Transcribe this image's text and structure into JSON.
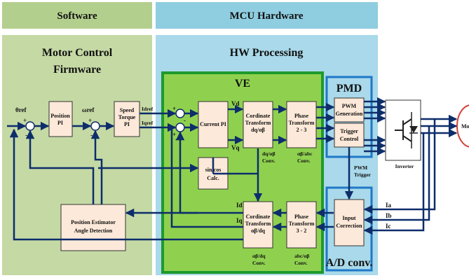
{
  "banners": {
    "software": "Software",
    "mcu_hardware": "MCU Hardware"
  },
  "regions": {
    "firmware_title_1": "Motor Control",
    "firmware_title_2": "Firmware",
    "hw_processing": "HW Processing"
  },
  "blocks": {
    "ve": "VE",
    "pmd": "PMD",
    "ad_conv": "A/D conv.",
    "position_pi_1": "Position",
    "position_pi_2": "PI",
    "speed_torque_pi_1": "Speed",
    "speed_torque_pi_2": "Torque",
    "speed_torque_pi_3": "PI",
    "current_pi": "Current PI",
    "coord_transform_1": "Cordinate",
    "coord_transform_2": "Transform",
    "dq_ab": "dq/αβ",
    "ab_dq": "αβ/dq",
    "phase_transform_1": "Phase",
    "phase_transform_2": "Transform",
    "phase_2_3": "2 - 3",
    "phase_3_2": "3 - 2",
    "sincos_1": "sin/cos",
    "sincos_2": "Calc.",
    "pwm_gen_1": "PWM",
    "pwm_gen_2": "Generation",
    "trigger_1": "Trigger",
    "trigger_2": "Control",
    "input_corr_1": "Input",
    "input_corr_2": "Correction",
    "pos_est_1": "Position Estimator",
    "pos_est_2": "Angle Detection",
    "inverter": "Inverter",
    "motor": "Mo"
  },
  "signals": {
    "theta_ref": "θref",
    "omega_ref": "ωref",
    "idref": "Idref",
    "iqref": "Iqref",
    "vd": "Vd",
    "vq": "Vq",
    "dq_ab": "dq/αβ",
    "ab_abc": "αβ/abc",
    "ab_dq": "αβ/dq",
    "abc_ab": "abc/αβ",
    "conv": "Conv.",
    "pwm": "PWM",
    "trigger": "Trigger",
    "id": "Id",
    "iq": "Iq",
    "ia": "Ia",
    "ib": "Ib",
    "ic": "Ic",
    "plus": "+",
    "minus": "-"
  },
  "colors": {
    "software": "#b3cf8d",
    "firmware_bg": "#c5d9a4",
    "hardware": "#8fcde0",
    "hw_processing_bg": "#a9d9ea",
    "ve_fill": "#8fd14f",
    "ve_border": "#1f9a2d",
    "pmd_border": "#1e78c8",
    "block_fill": "#fde9d9",
    "wire": "#0d2d6b",
    "motor_border": "#d0453a"
  }
}
